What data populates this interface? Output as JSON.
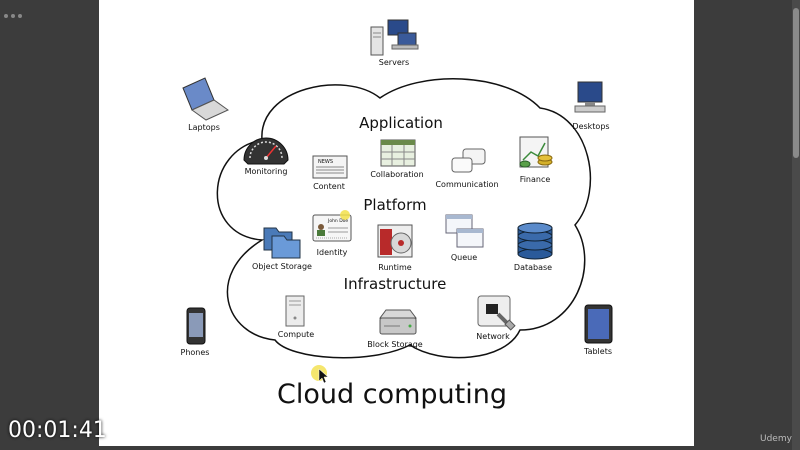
{
  "video": {
    "timer": "00:01:41",
    "watermark": "Udemy"
  },
  "diagram": {
    "title": "Cloud computing",
    "layers": {
      "application": "Application",
      "platform": "Platform",
      "infrastructure": "Infrastructure"
    },
    "application_items": [
      "Monitoring",
      "Content",
      "Collaboration",
      "Communication",
      "Finance"
    ],
    "platform_items": [
      "Object Storage",
      "Identity",
      "Runtime",
      "Queue",
      "Database"
    ],
    "infrastructure_items": [
      "Compute",
      "Block Storage",
      "Network"
    ],
    "devices": {
      "servers": "Servers",
      "laptops": "Laptops",
      "desktops": "Desktops",
      "phones": "Phones",
      "tablets": "Tablets"
    },
    "identity_card_name": "John Doe",
    "content_icon_text": "NEWS"
  }
}
